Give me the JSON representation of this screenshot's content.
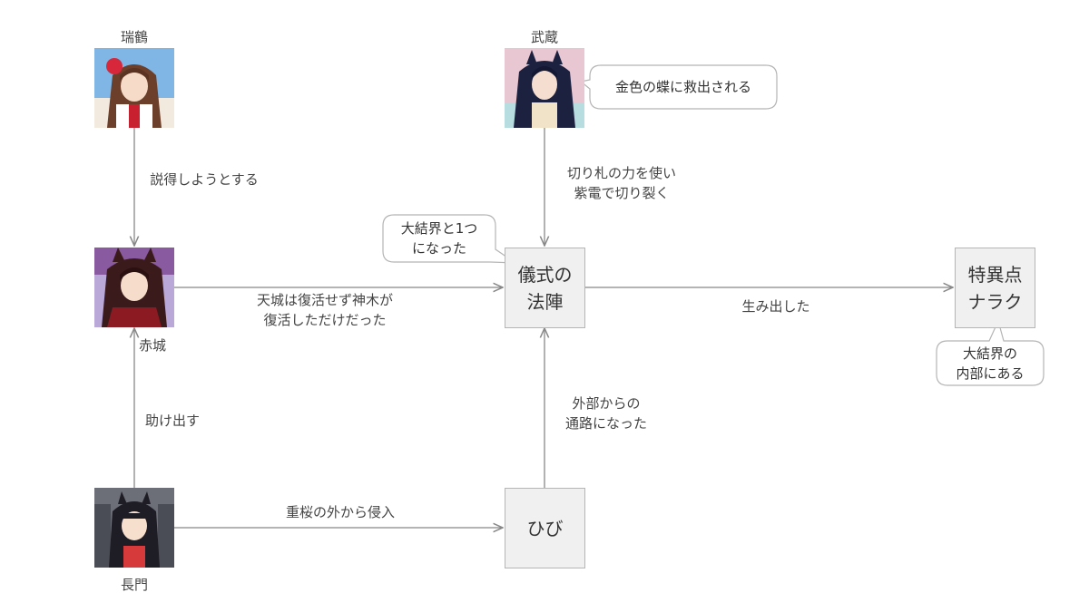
{
  "characters": {
    "zuikaku": {
      "name": "瑞鶴"
    },
    "musashi": {
      "name": "武蔵"
    },
    "akagi": {
      "name": "赤城"
    },
    "nagato": {
      "name": "長門"
    }
  },
  "nodes": {
    "ritual": {
      "label": "儀式の\n法陣"
    },
    "crack": {
      "label": "ひび"
    },
    "naraku": {
      "label": "特異点\nナラク"
    }
  },
  "edges": {
    "zuikaku_akagi": "説得しようとする",
    "musashi_ritual": "切り札の力を使い\n紫電で切り裂く",
    "akagi_ritual": "天城は復活せず神木が\n復活しただけだった",
    "ritual_naraku": "生み出した",
    "nagato_akagi": "助け出す",
    "nagato_crack": "重桜の外から侵入",
    "crack_ritual": "外部からの\n通路になった"
  },
  "callouts": {
    "musashi": "金色の蝶に救出される",
    "ritual": "大結界と1つ\nになった",
    "naraku": "大結界の\n内部にある"
  }
}
